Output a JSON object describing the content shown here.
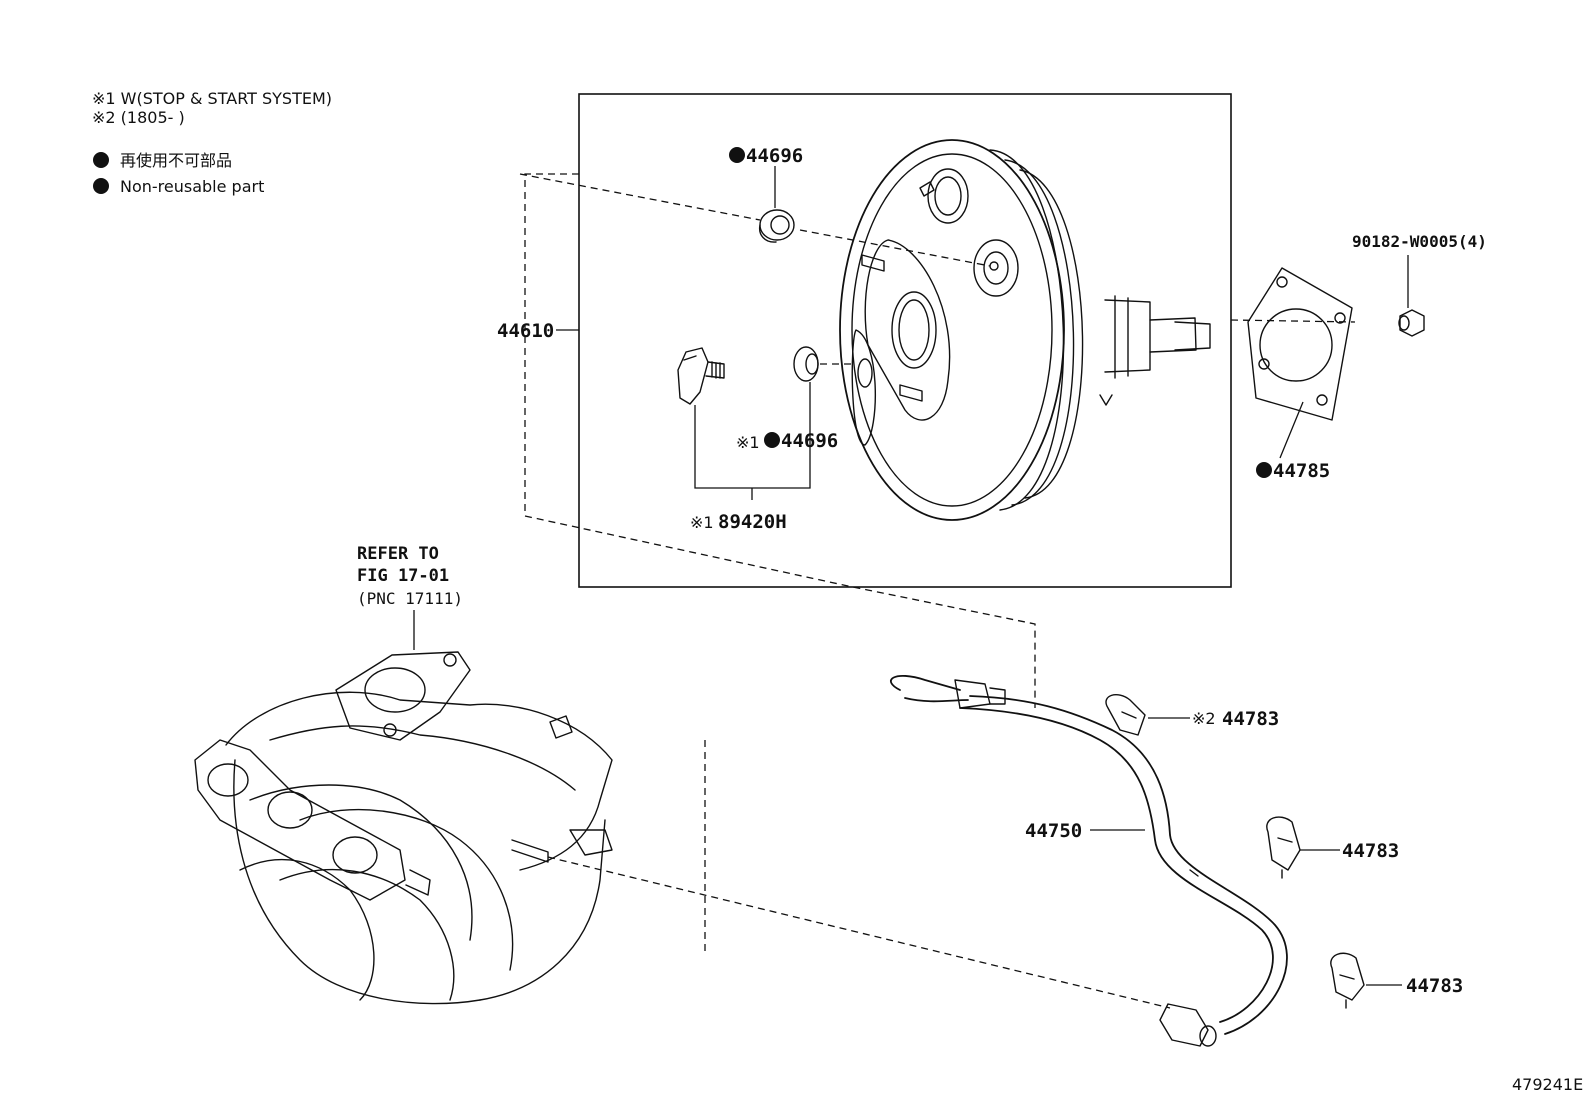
{
  "notes": {
    "note1": "※1 W(STOP & START SYSTEM)",
    "note2": "※2 (1805-      )",
    "legend_ja": "再使用不可部品",
    "legend_en": "Non-reusable part"
  },
  "callouts": {
    "grommet_top": "44696",
    "grommet_side_prefix": "※1",
    "grommet_side": "44696",
    "booster_assy": "44610",
    "sensor_prefix": "※1",
    "sensor": "89420H",
    "nut": "90182-W0005(4)",
    "gasket": "44785",
    "clamp_top_prefix": "※2",
    "clamp_top": "44783",
    "clamp_mid": "44783",
    "clamp_bottom": "44783",
    "hose": "44750"
  },
  "reference": {
    "line1": "REFER TO",
    "line2": "FIG 17-01",
    "line3": "(PNC 17111)"
  },
  "figure_id": "479241E"
}
